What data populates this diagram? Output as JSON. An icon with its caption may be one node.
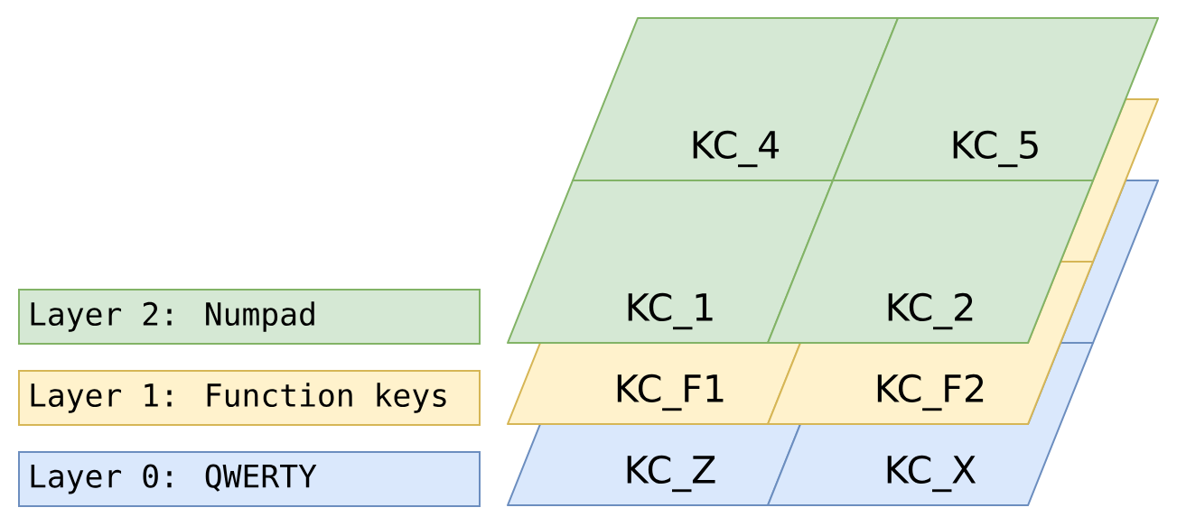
{
  "diagram": {
    "nodes": [
      {
        "text": [
          "Layer 2: Numpad"
        ]
      },
      {
        "text": [
          "Layer 1: Function keys"
        ]
      },
      {
        "text": [
          "Layer 0: QWERTY"
        ]
      },
      {
        "text": [
          "KC_4"
        ]
      },
      {
        "text": [
          "KC_5"
        ]
      },
      {
        "text": [
          "KC_1"
        ]
      },
      {
        "text": [
          "KC_2"
        ]
      },
      {
        "text": [],
        "shape": "box"
      },
      {
        "text": [
          "KC_F1"
        ]
      },
      {
        "text": [
          "KC_F2"
        ]
      },
      {
        "text": [],
        "shape": "box"
      },
      {
        "text": [
          "KC_Z"
        ]
      },
      {
        "text": [
          "KC_X"
        ]
      }
    ]
  }
}
